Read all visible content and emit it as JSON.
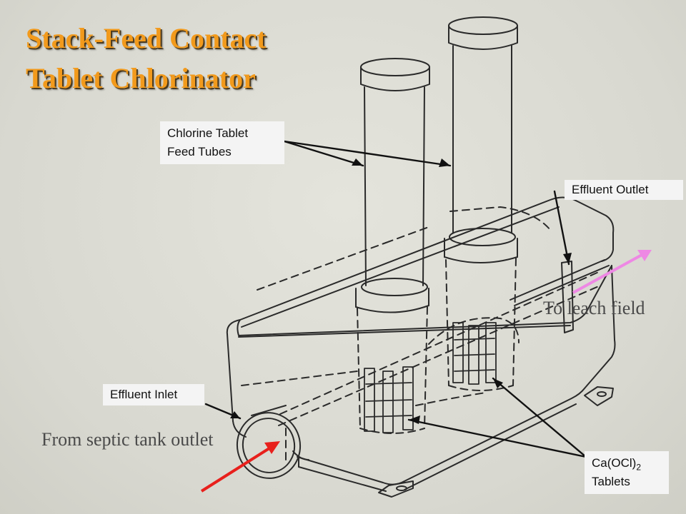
{
  "title": {
    "line1": "Stack-Feed Contact",
    "line2": "Tablet Chlorinator"
  },
  "labels": {
    "feed_tubes_line1": "Chlorine Tablet",
    "feed_tubes_line2": "Feed Tubes",
    "effluent_outlet": "Effluent Outlet",
    "effluent_inlet": "Effluent Inlet",
    "tablets_formula": "Ca(OCl)",
    "tablets_subscript": "2",
    "tablets_word": "Tablets"
  },
  "drawing_text": {
    "leach_field": "To leach field",
    "septic_outlet": "From septic tank outlet"
  },
  "colors": {
    "title": "#f29a1c",
    "inlet_arrow": "#e8201c",
    "outlet_arrow": "#ee88e4",
    "line_art": "#2a2a2a"
  }
}
